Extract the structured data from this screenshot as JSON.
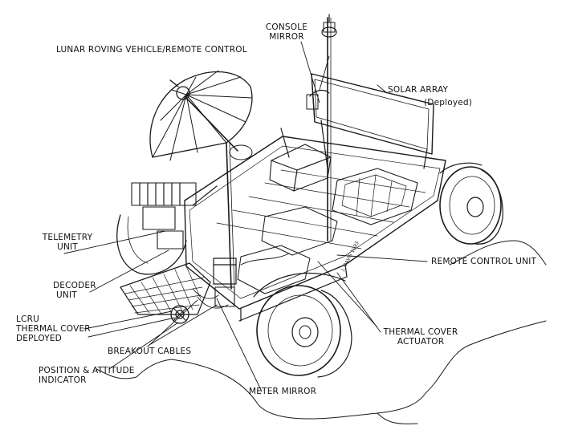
{
  "title": "LUNAR ROVING VEHICLE/REMOTE CONTROL",
  "labels": {
    "console_mirror": [
      "CONSOLE",
      "MIRROR"
    ],
    "solar_array": "SOLAR ARRAY",
    "solar_array_state": "(Deployed)",
    "telemetry_unit": [
      "TELEMETRY",
      "UNIT"
    ],
    "decoder_unit": [
      "DECODER",
      "UNIT"
    ],
    "lcru_thermal_cover": [
      "LCRU",
      "THERMAL COVER",
      "DEPLOYED"
    ],
    "breakout_cables": "BREAKOUT CABLES",
    "position_attitude_indicator": [
      "POSITION & ATTITUDE",
      "INDICATOR"
    ],
    "meter_mirror": "METER MIRROR",
    "remote_control_unit": "REMOTE CONTROL UNIT",
    "thermal_cover_actuator": [
      "THERMAL COVER",
      "ACTUATOR"
    ]
  },
  "credit": "J. DAVIS 1993"
}
